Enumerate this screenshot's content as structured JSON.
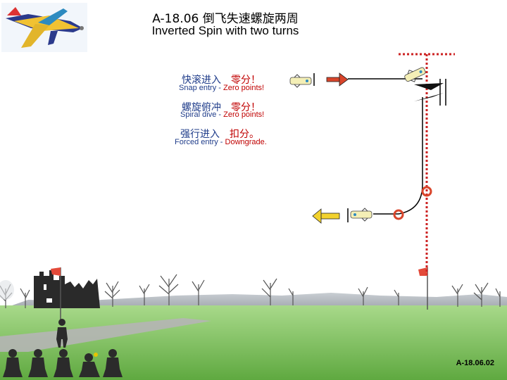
{
  "title": {
    "zh": "A-18.06 倒飞失速螺旋两周",
    "en": "Inverted Spin with two turns"
  },
  "notes": [
    {
      "zh_label": "快滚进入",
      "zh_result": "零分！",
      "en_label": "Snap entry -",
      "en_result": "Zero points!"
    },
    {
      "zh_label": "螺旋俯冲",
      "zh_result": "零分！",
      "en_label": "Spiral dive -",
      "en_result": "Zero points!"
    },
    {
      "zh_label": "强行进入",
      "zh_result": "扣分。",
      "en_label": "Forced entry -",
      "en_result": "Downgrade."
    }
  ],
  "slide_id": "A-18.06.02",
  "colors": {
    "sky": "#ffffff",
    "grass": "#7ec05a",
    "mountains": "#9aa0a6",
    "runway": "#b5b5b5",
    "flight_path": "#000000",
    "spin_marker": "#d9452b",
    "entry_arrow": "#d9452b",
    "exit_arrow": "#f2d22e",
    "judge_line": "#cc2222",
    "title_text": "#000000",
    "label_text": "#1f3c8a",
    "penalty_text": "#c00000"
  },
  "icons": [
    "aerobatic-plane-icon",
    "small-plane-icon",
    "direction-arrow-icon",
    "red-flag-icon",
    "judge-silhouette-icon",
    "tree-icon",
    "castle-ruin-icon"
  ]
}
